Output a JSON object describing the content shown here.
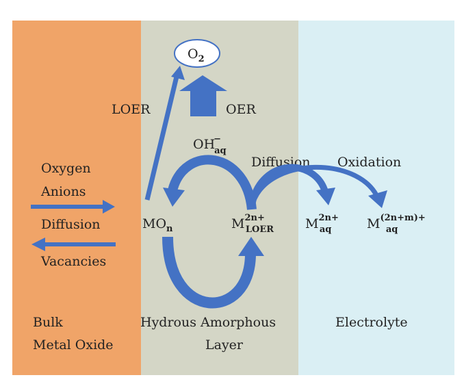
{
  "colors": {
    "bulk": "#F0A468",
    "layer": "#D4D6C6",
    "electrolyte": "#DAEFF4",
    "arrow": "#4472C4"
  },
  "regions": {
    "bulk": [
      "Bulk",
      "Metal Oxide"
    ],
    "layer": [
      "Hydrous Amorphous",
      "Layer"
    ],
    "electrolyte": "Electrolyte"
  },
  "left_labels": {
    "oxygen": "Oxygen",
    "anions": "Anions",
    "diffusion": "Diffusion",
    "vacancies": "Vacancies"
  },
  "o2": {
    "main": "O",
    "sub": "2"
  },
  "loer": "LOER",
  "oer": "OER",
  "oh": {
    "main": "OH",
    "sup": "−",
    "sub": "aq"
  },
  "diffusion": "Diffusion",
  "oxidation": "Oxidation",
  "species": {
    "mon": {
      "main": "MO",
      "sub": "n"
    },
    "mloer": {
      "main": "M",
      "sup": "2n+",
      "sub": "LOER"
    },
    "maq": {
      "main": "M",
      "sup": "2n+",
      "sub": "aq"
    },
    "maqm": {
      "main": "M",
      "sup": "(2n+m)+",
      "sub": "aq"
    }
  }
}
